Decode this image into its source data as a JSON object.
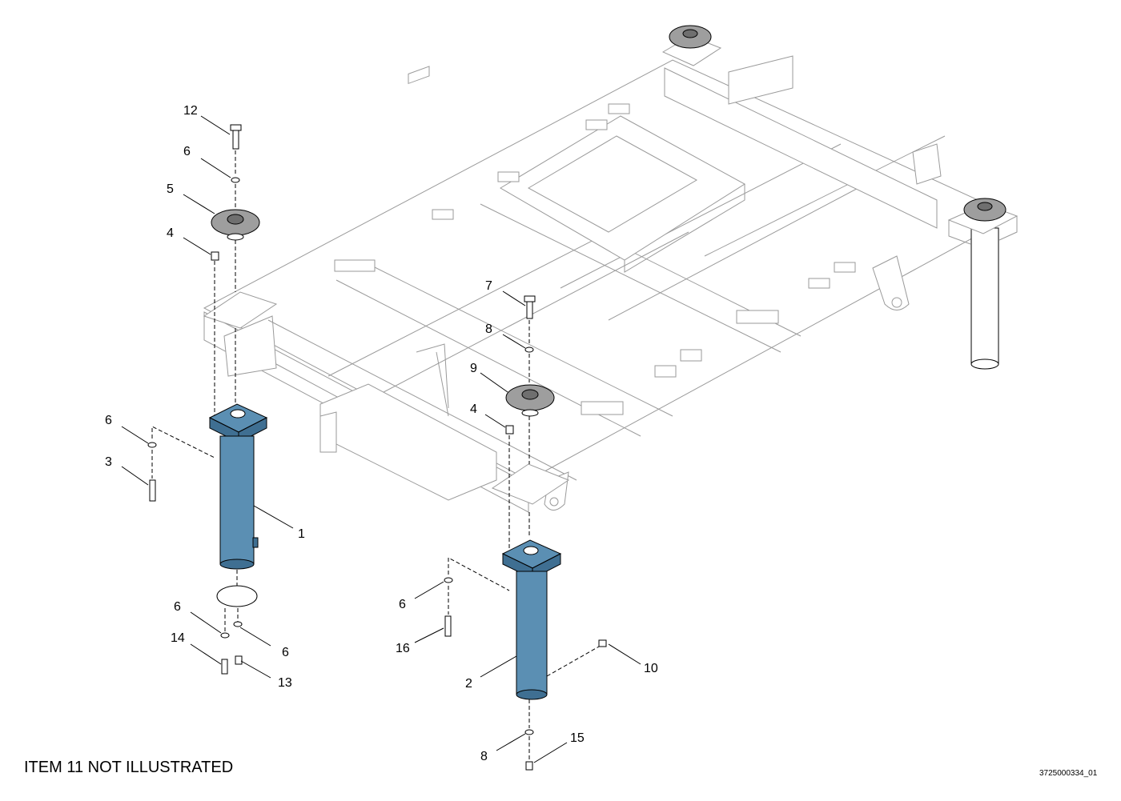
{
  "note": "ITEM 11 NOT ILLUSTRATED",
  "drawing_id": "3725000334_01",
  "callouts": [
    {
      "id": "c12",
      "label": "12"
    },
    {
      "id": "c6a",
      "label": "6"
    },
    {
      "id": "c5",
      "label": "5"
    },
    {
      "id": "c4a",
      "label": "4"
    },
    {
      "id": "c7",
      "label": "7"
    },
    {
      "id": "c8a",
      "label": "8"
    },
    {
      "id": "c9",
      "label": "9"
    },
    {
      "id": "c4b",
      "label": "4"
    },
    {
      "id": "c6b",
      "label": "6"
    },
    {
      "id": "c3",
      "label": "3"
    },
    {
      "id": "c1",
      "label": "1"
    },
    {
      "id": "c6c",
      "label": "6"
    },
    {
      "id": "c14",
      "label": "14"
    },
    {
      "id": "c6d",
      "label": "6"
    },
    {
      "id": "c13",
      "label": "13"
    },
    {
      "id": "c6e",
      "label": "6"
    },
    {
      "id": "c16",
      "label": "16"
    },
    {
      "id": "c2",
      "label": "2"
    },
    {
      "id": "c10",
      "label": "10"
    },
    {
      "id": "c8b",
      "label": "8"
    },
    {
      "id": "c15",
      "label": "15"
    }
  ],
  "colors": {
    "leg_assembly": "#5b8fb3",
    "mount_pad": "#9e9e9e",
    "frame_lines": "#9a9a9a"
  }
}
